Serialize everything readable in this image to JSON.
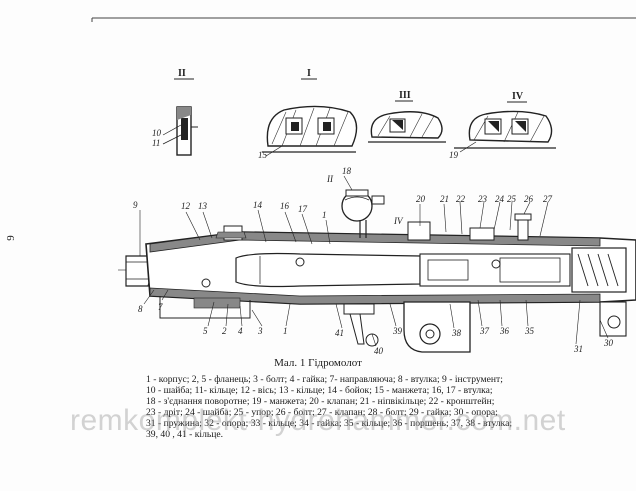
{
  "page": {
    "margin_number": "9"
  },
  "figure": {
    "detail_labels": [
      "II",
      "I",
      "III",
      "IV"
    ],
    "caption": "Мал. 1 Гідромолот",
    "legend_lines": [
      "1 - корпус; 2, 5 - фланець; 3 - болт; 4 - гайка; 7- направляюча; 8 - втулка; 9 - інструмент;",
      "10 - шайба; 11- кільце; 12 - вісь; 13 - кільце; 14 - бойок; 15 - манжета; 16, 17 - втулка;",
      "18 - з'єднання поворотне; 19 - манжета; 20 - клапан; 21 - ніпвікільце; 22 - кронштейн;",
      "23 - дріт; 24 - шайба; 25 - упор; 26 - болт; 27 - клапан; 28 - болт; 29 - гайка; 30 - опора;",
      "31 - пружина; 32 - опора; 33 - кільце; 34 - гайка; 35 - кільце; 36 - поршень; 37, 38 - втулка;",
      "39, 40 , 41 - кільце."
    ]
  },
  "watermark": "remkomplekt-hydrohammer.com.net"
}
